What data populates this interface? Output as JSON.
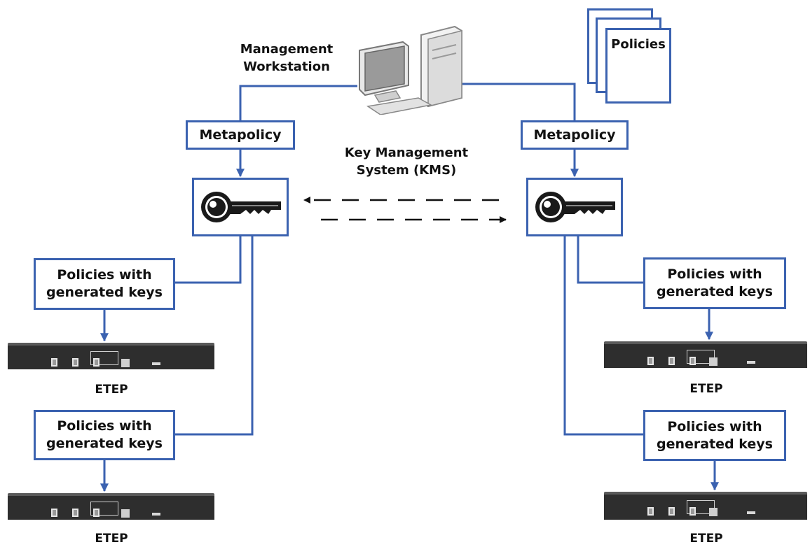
{
  "workstation_label": {
    "line1": "Management",
    "line2": "Workstation"
  },
  "kms_label": {
    "line1": "Key Management",
    "line2": "System (KMS)"
  },
  "policies_doc_label": "Policies",
  "metapolicy_left": "Metapolicy",
  "metapolicy_right": "Metapolicy",
  "policy_boxes": [
    {
      "line1": "Policies with",
      "line2": "generated keys"
    },
    {
      "line1": "Policies with",
      "line2": "generated keys"
    },
    {
      "line1": "Policies with",
      "line2": "generated keys"
    },
    {
      "line1": "Policies with",
      "line2": "generated keys"
    }
  ],
  "etep_labels": [
    "ETEP",
    "ETEP",
    "ETEP",
    "ETEP"
  ],
  "colors": {
    "accent": "#3b62b0",
    "device": "#2e2e2e"
  },
  "icons": [
    "computer-icon",
    "key-icon",
    "document-stack-icon",
    "etep-device"
  ]
}
